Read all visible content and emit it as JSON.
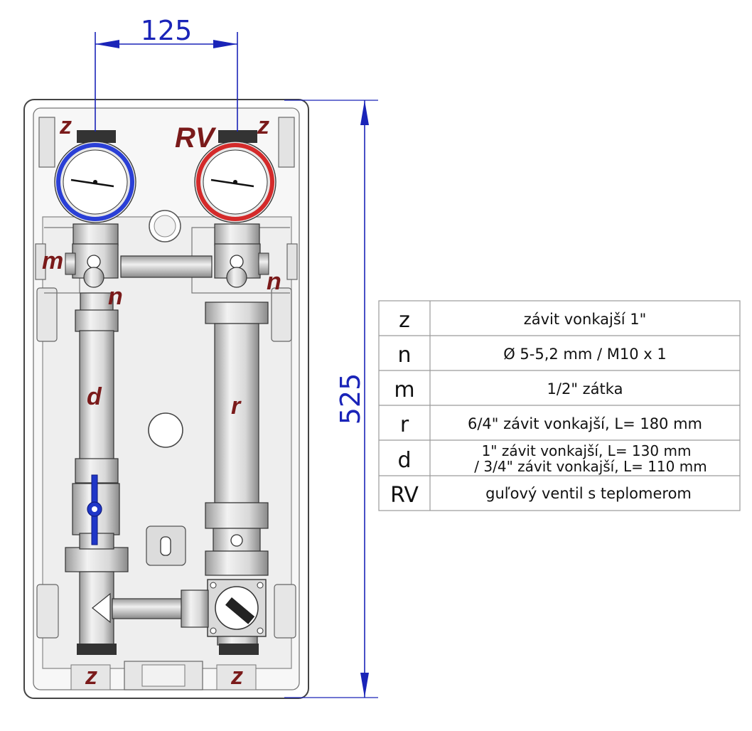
{
  "dimensions": {
    "width": "125",
    "height": "525"
  },
  "labels": {
    "z": "z",
    "rv": "RV",
    "m": "m",
    "n": "n",
    "d": "d",
    "r": "r"
  },
  "legend": [
    {
      "code": "z",
      "lines": [
        "závit vonkajší 1\""
      ]
    },
    {
      "code": "n",
      "lines": [
        "Ø 5-5,2 mm / M10 x 1"
      ]
    },
    {
      "code": "m",
      "lines": [
        "1/2\" zátka"
      ]
    },
    {
      "code": "r",
      "lines": [
        "6/4\" závit vonkajší, L= 180 mm"
      ]
    },
    {
      "code": "d",
      "lines": [
        "1\" závit vonkajší, L= 130 mm",
        "/ 3/4\" závit vonkajší, L= 110 mm"
      ]
    },
    {
      "code": "RV",
      "lines": [
        "guľový ventil s teplomerom"
      ]
    }
  ],
  "colors": {
    "dimension": "#1a24b8",
    "label": "#7a1a1a",
    "supply_gauge": "#2a3fd6",
    "return_gauge": "#d42a2a",
    "valve_handle": "#1f36c8"
  }
}
